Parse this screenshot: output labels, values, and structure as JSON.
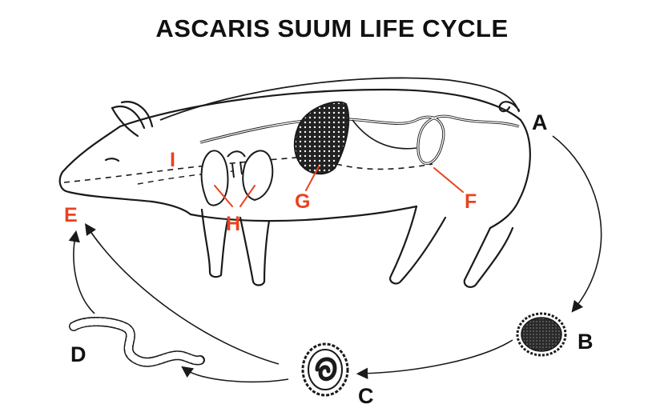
{
  "title": "ASCARIS SUUM LIFE CYCLE",
  "labels": {
    "A": "A",
    "B": "B",
    "C": "C",
    "D": "D",
    "E": "E",
    "F": "F",
    "G": "G",
    "H": "H",
    "I": "I"
  },
  "colors": {
    "stage_label": "#111111",
    "organ_label": "#e8431f",
    "ink": "#1a1a1a",
    "background": "#ffffff"
  }
}
